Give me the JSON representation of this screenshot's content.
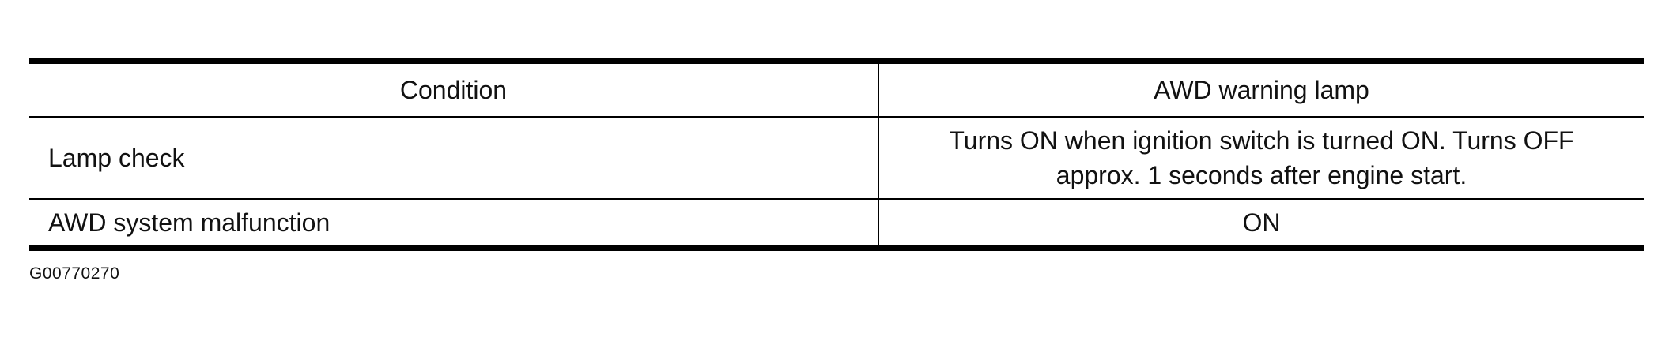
{
  "table": {
    "columns": [
      "Condition",
      "AWD warning lamp"
    ],
    "rows": [
      {
        "condition": "Lamp check",
        "lamp": "Turns ON when ignition switch is turned ON. Turns OFF approx. 1 seconds after engine start."
      },
      {
        "condition": "AWD system malfunction",
        "lamp": "ON"
      }
    ]
  },
  "figure_code": "G00770270"
}
